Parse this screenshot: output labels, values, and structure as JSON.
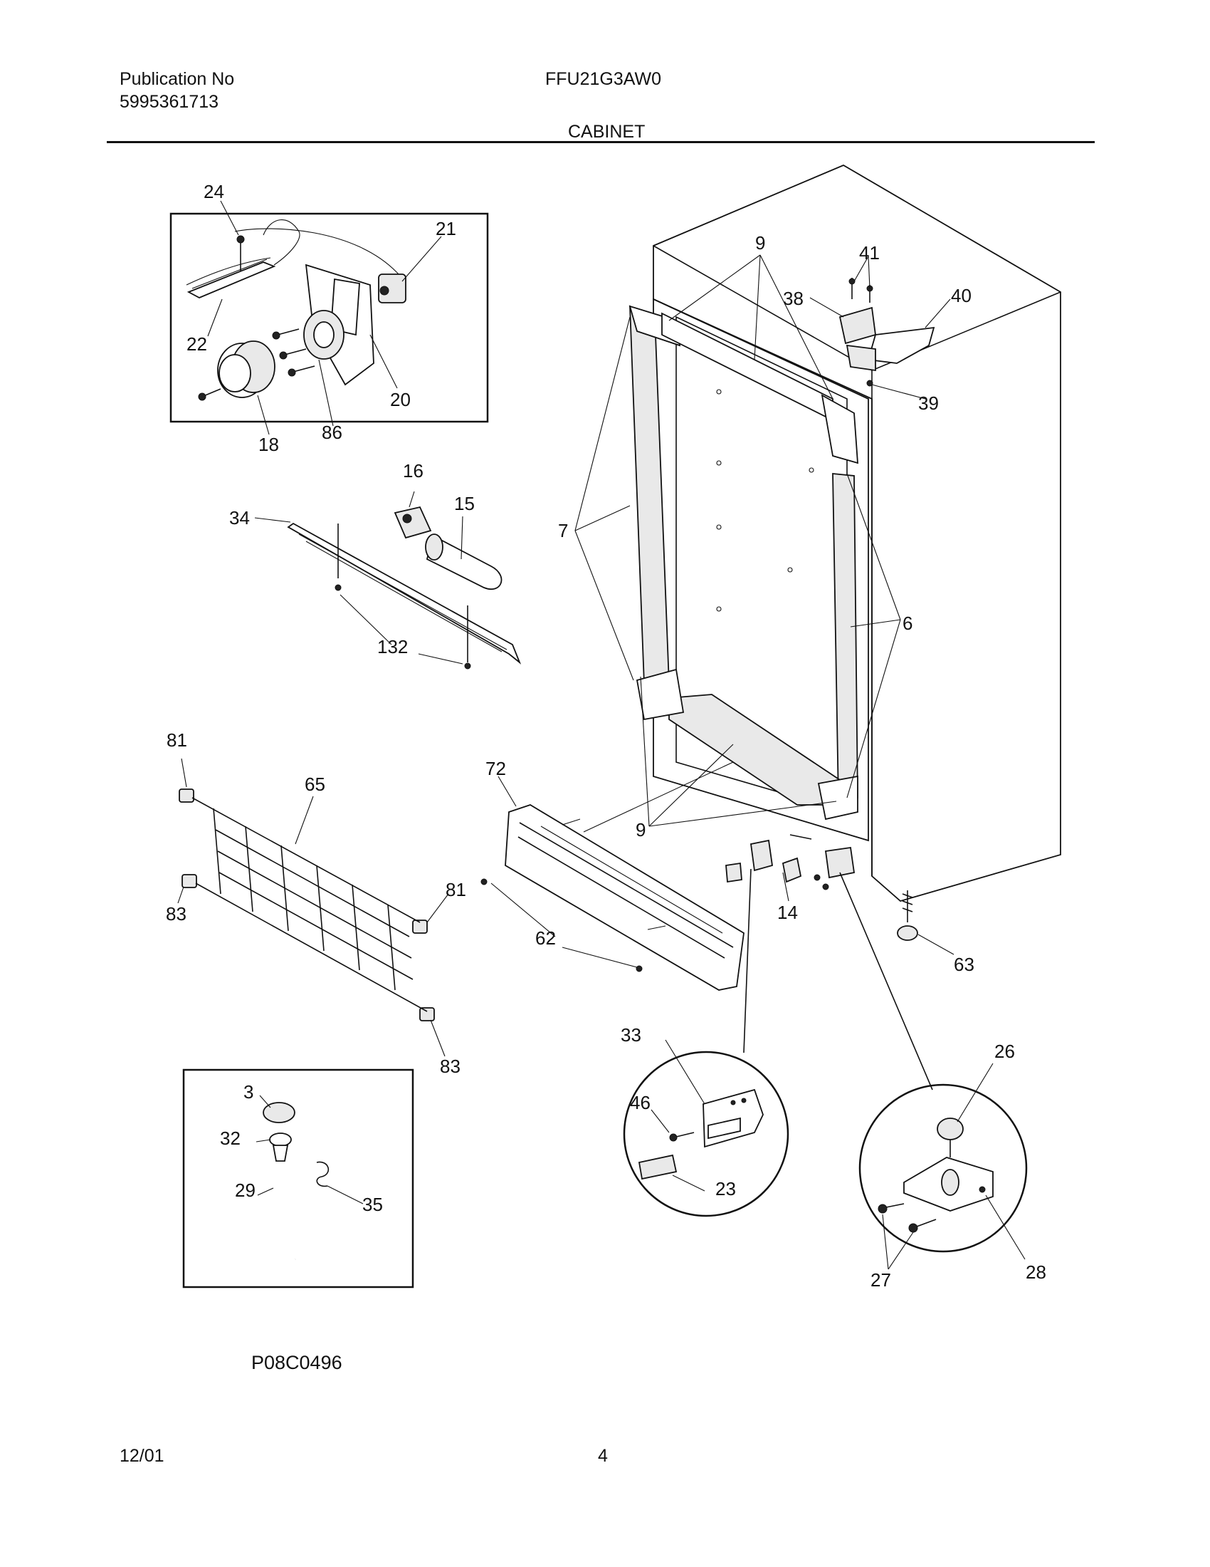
{
  "header": {
    "publication_label": "Publication No",
    "publication_number": "5995361713",
    "model": "FFU21G3AW0",
    "section": "CABINET"
  },
  "footer": {
    "drawing_code": "P08C0496",
    "date": "12/01",
    "page": "4"
  },
  "callouts": {
    "p24": "24",
    "p21": "21",
    "p22": "22",
    "p20": "20",
    "p18": "18",
    "p86": "86",
    "p16": "16",
    "p15": "15",
    "p34": "34",
    "p132": "132",
    "p9a": "9",
    "p41": "41",
    "p38": "38",
    "p40": "40",
    "p39": "39",
    "p7": "7",
    "p6": "6",
    "p9b": "9",
    "p14": "14",
    "p63": "63",
    "p81a": "81",
    "p65": "65",
    "p83a": "83",
    "p81b": "81",
    "p83b": "83",
    "p72": "72",
    "p62": "62",
    "p33": "33",
    "p46": "46",
    "p23": "23",
    "p26": "26",
    "p27": "27",
    "p28": "28",
    "p3": "3",
    "p32": "32",
    "p29": "29",
    "p35": "35"
  }
}
